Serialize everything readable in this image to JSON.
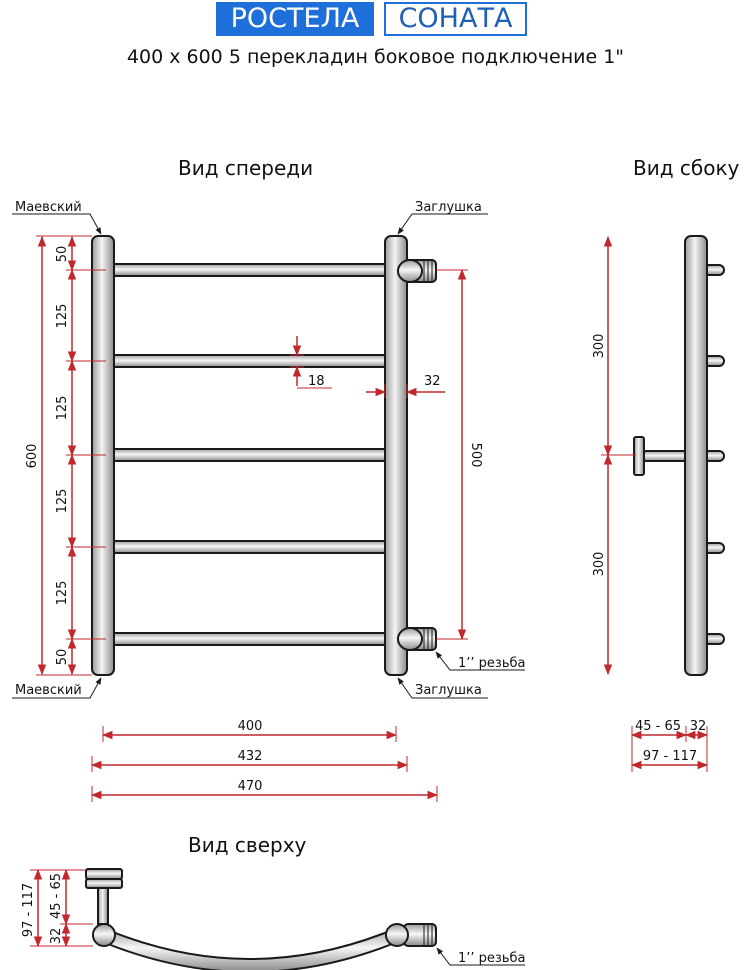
{
  "header": {
    "brand_primary": "РОСТЕЛА",
    "brand_secondary": "СОНАТА",
    "subtitle": "400 х 600 5 перекладин боковое подключение 1\""
  },
  "views": {
    "front": "Вид спереди",
    "side": "Вид сбоку",
    "top": "Вид сверху"
  },
  "labels": {
    "mayevsky": "Маевский",
    "plug": "Заглушка",
    "thread": "1’’ резьба"
  },
  "dimensions": {
    "front_vertical": [
      "50",
      "125",
      "125",
      "125",
      "125",
      "50"
    ],
    "total_height": "600",
    "center_distance": "500",
    "bar_diameter": "18",
    "pipe_diameter": "32",
    "widths": [
      "400",
      "432",
      "470"
    ],
    "side_vertical": [
      "300",
      "300"
    ],
    "side_wall_offset": "45 - 65",
    "side_pipe": "32",
    "side_total": "97 - 117",
    "top_total": "97 - 117",
    "top_offset": "45 - 65",
    "top_pipe": "32"
  },
  "colors": {
    "dimension_line": "#c0282d",
    "outline": "#1a1a1a",
    "metal_light": "#f2f2f2",
    "metal_dark": "#8a8a8a",
    "brand_blue": "#1e6fd9"
  }
}
